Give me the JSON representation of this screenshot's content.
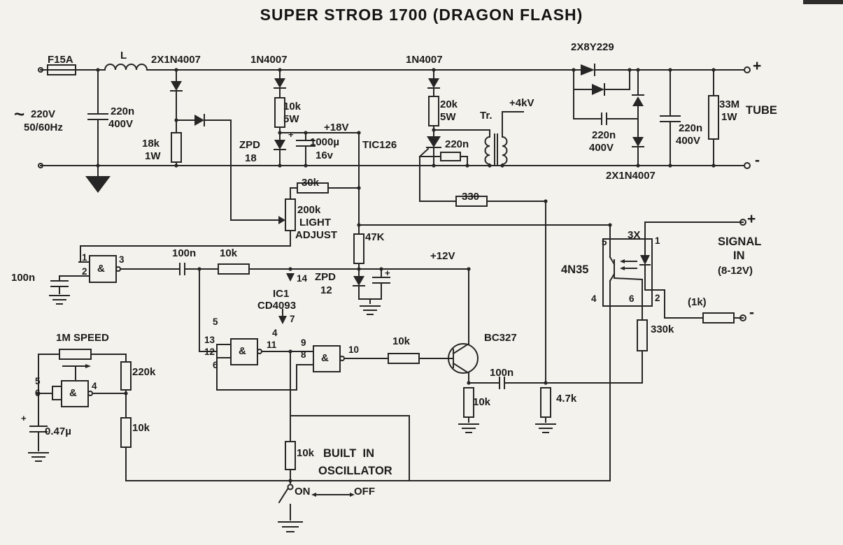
{
  "title": "SUPER STROB 1700  (DRAGON FLASH)",
  "symbols": {
    "plus": "+",
    "minus": "-",
    "ac": "~",
    "gate": "&"
  },
  "power": {
    "fuse": "F15A",
    "inductor": "L",
    "input_diodes": "2X1N4007",
    "diode_18v": "1N4007",
    "diode_trigger": "1N4007",
    "output_diodes": "2X8Y229",
    "mains_voltage": "220V",
    "mains_freq": "50/60Hz",
    "mains_cap": "220n",
    "mains_cap_v": "400V",
    "bleeder_r": "18k",
    "bleeder_w": "1W",
    "supply_r": "10k",
    "supply_w": "5W",
    "zener": "ZPD",
    "zener_v": "18",
    "rail": "+18V",
    "filter_cap": "1000µ",
    "filter_cap_v": "16v",
    "thyristor": "TIC126",
    "trigger_r": "20k",
    "trigger_w": "5W",
    "trigger_cap": "220n",
    "transformer": "Tr.",
    "hv_out": "+4kV",
    "doubler_cap": "220n",
    "doubler_cap_v": "400V",
    "tube_cap": "220n",
    "tube_cap_v": "400V",
    "tube_r": "33M",
    "tube_r_w": "1W",
    "tube": "TUBE",
    "doubler_diodes": "2X1N4007"
  },
  "control": {
    "r30k": "30k",
    "pot": "200k",
    "light": "LIGHT",
    "adjust": "ADJUST",
    "r330": "330",
    "r47k": "47K",
    "input_cap": "100n",
    "pin1": "1",
    "pin2": "2",
    "pin3": "3",
    "couple_cap": "100n",
    "r10k": "10k",
    "pin14": "14",
    "ic": "IC1",
    "ic_type": "CD4093",
    "pin7": "7",
    "zener": "ZPD",
    "zener_v": "12",
    "rail": "+12V",
    "pin5": "5",
    "pin13": "13",
    "pin12": "12",
    "pin6": "6",
    "pin4": "4",
    "pin11": "11",
    "pin9": "9",
    "pin8": "8",
    "pin10": "10",
    "base_r": "10k",
    "transistor": "BC327",
    "couple_cap2": "100n",
    "col_r": "10k",
    "load_r": "4.7k"
  },
  "opto": {
    "name": "4N35",
    "pin5": "5",
    "x3": "3X",
    "pin1": "1",
    "pin4": "4",
    "pin6": "6",
    "pin2": "2",
    "signal": "SIGNAL",
    "sig_in": "IN",
    "sig_range": "(8-12V)",
    "series_r": "(1k)",
    "base_r": "330k"
  },
  "osc": {
    "speed": "1M SPEED",
    "r220k": "220k",
    "pin5": "5",
    "pin6": "6",
    "pin4": "4",
    "cap": "0.47µ",
    "r10k": "10k",
    "r10k_b": "10k",
    "built_in": "BUILT  IN",
    "oscillator": "OSCILLATOR",
    "on": "ON",
    "off": "OFF"
  }
}
